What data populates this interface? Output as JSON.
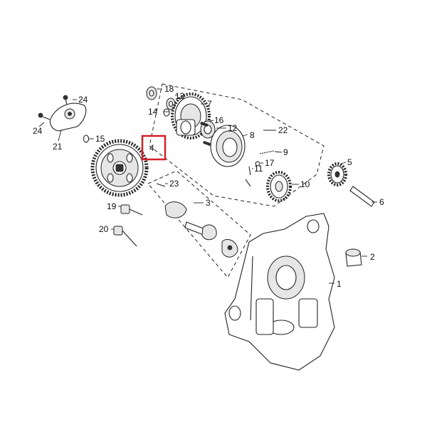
{
  "highlight_color": "#d3202a",
  "highlighted_part": "4",
  "callouts": {
    "c1": "1",
    "c2": "2",
    "c3": "3",
    "c4": "4",
    "c5": "5",
    "c6": "6",
    "c7": "7",
    "c8": "8",
    "c9": "9",
    "c10": "10",
    "c11": "11",
    "c12": "12",
    "c13": "13",
    "c14": "14",
    "c15": "15",
    "c16": "16",
    "c17": "17",
    "c18": "18",
    "c19": "19",
    "c20": "20",
    "c21": "21",
    "c22": "22",
    "c23": "23",
    "c24a": "24",
    "c24b": "24"
  }
}
